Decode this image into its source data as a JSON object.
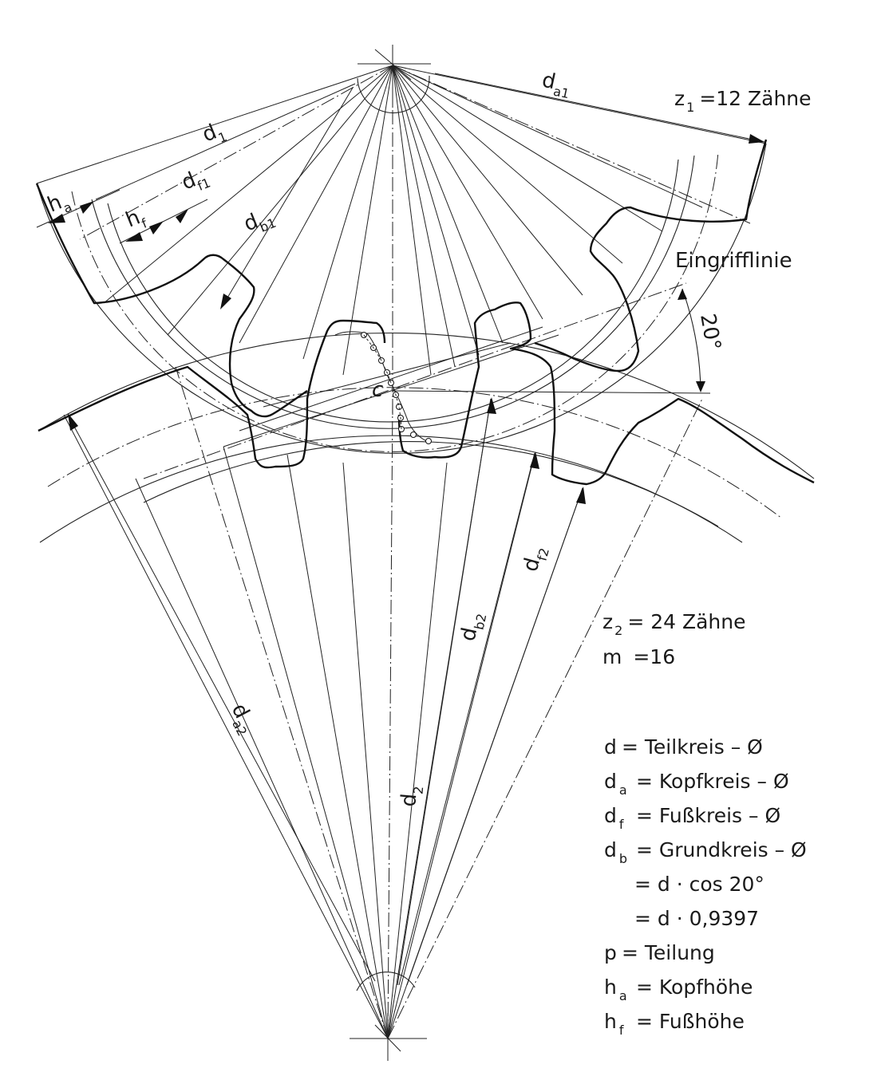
{
  "gear1": {
    "teeth_label": "z",
    "teeth_sub": "1",
    "teeth_value": "=12 Zähne"
  },
  "gear2": {
    "teeth_label": "z",
    "teeth_sub": "2",
    "teeth_value": "= 24 Zähne",
    "module_label": "m",
    "module_value": "=16"
  },
  "labels": {
    "d1": {
      "main": "d",
      "sub": "1"
    },
    "da1": {
      "main": "d",
      "sub": "a1"
    },
    "df1": {
      "main": "d",
      "sub": "f1"
    },
    "db1": {
      "main": "d",
      "sub": "b1"
    },
    "ha": {
      "main": "h",
      "sub": "a"
    },
    "hf": {
      "main": "h",
      "sub": "f"
    },
    "da2": {
      "main": "d",
      "sub": "a2"
    },
    "d2": {
      "main": "d",
      "sub": "2"
    },
    "db2": {
      "main": "d",
      "sub": "b2"
    },
    "df2": {
      "main": "d",
      "sub": "f2"
    },
    "pitch_point": "c",
    "line_of_action": "Eingrifflinie",
    "pressure_angle": "20°"
  },
  "legend": [
    {
      "sym": "d",
      "sub": "",
      "text": "= Teilkreis – Ø"
    },
    {
      "sym": "d",
      "sub": "a",
      "text": "= Kopfkreis – Ø"
    },
    {
      "sym": "d",
      "sub": "f",
      "text": "= Fußkreis – Ø"
    },
    {
      "sym": "d",
      "sub": "b",
      "text": "= Grundkreis – Ø"
    },
    {
      "sym": "",
      "sub": "",
      "text": "= d · cos 20°"
    },
    {
      "sym": "",
      "sub": "",
      "text": "= d · 0,9397"
    },
    {
      "sym": "p",
      "sub": "",
      "text": "= Teilung"
    },
    {
      "sym": "h",
      "sub": "a",
      "text": "= Kopfhöhe"
    },
    {
      "sym": "h",
      "sub": "f",
      "text": "= Fußhöhe"
    }
  ]
}
